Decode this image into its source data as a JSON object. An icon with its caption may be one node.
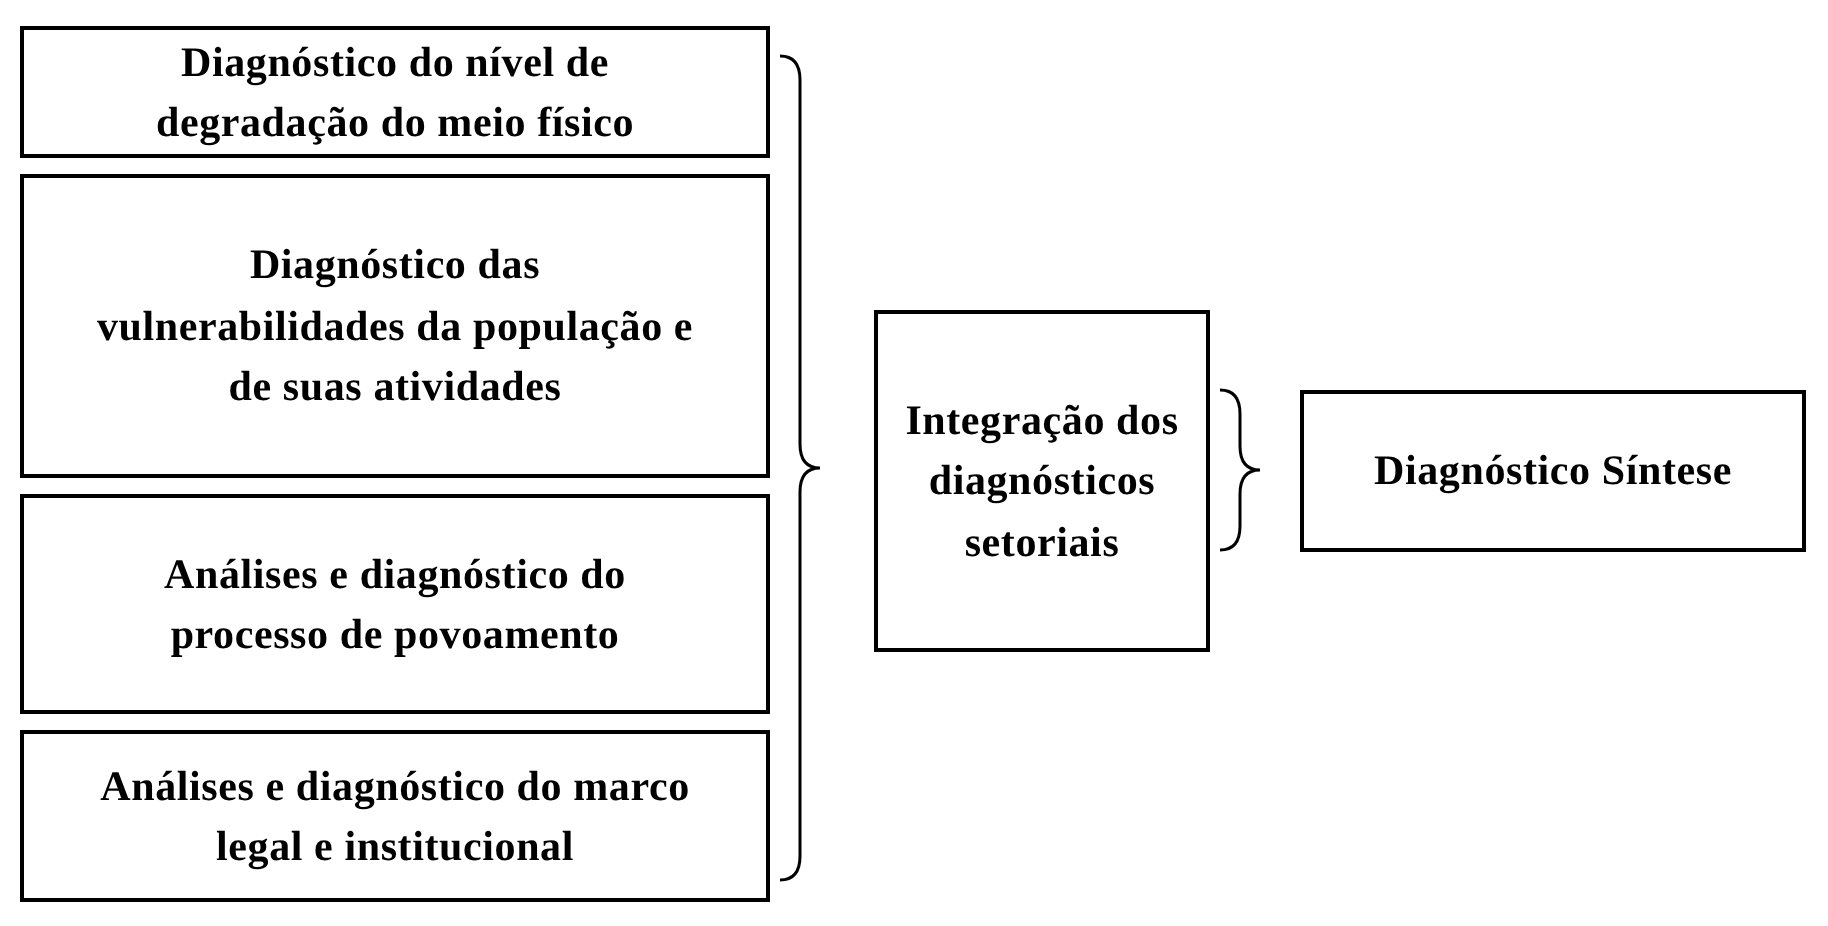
{
  "diagram": {
    "nodes": [
      {
        "text": [
          "Diagnóstico do nível de degradação do meio físico"
        ]
      },
      {
        "text": [
          "Diagnóstico das vulnerabilidades da população e de suas atividades"
        ]
      },
      {
        "text": [
          "Análises e diagnóstico do processo de povoamento"
        ]
      },
      {
        "text": [
          "Análises e diagnóstico do marco legal e institucional"
        ]
      },
      {
        "text": [
          "Integração dos diagnósticos setoriais"
        ]
      },
      {
        "text": [
          "Diagnóstico Síntese"
        ]
      }
    ]
  }
}
